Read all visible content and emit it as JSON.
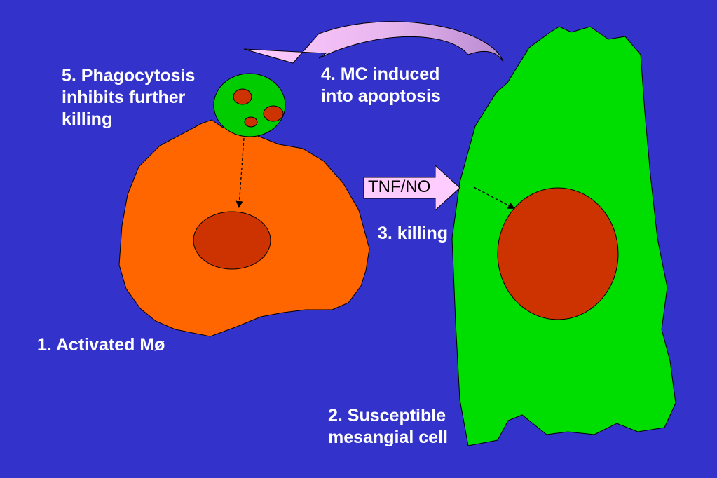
{
  "labels": {
    "phagocytosis": [
      "5. Phagocytosis",
      "inhibits further",
      "killing"
    ],
    "mc_induced": [
      "4. MC induced",
      "into apoptosis"
    ],
    "killing": "3. killing",
    "tnf_no": "TNF/NO",
    "activated_macrophage": "1. Activated Mø",
    "susceptible_mesangial": [
      "2. Susceptible",
      "mesangial cell"
    ]
  },
  "colors": {
    "background": "#3333cc",
    "macrophage": "#ff6600",
    "nucleus": "#cc3300",
    "mesangial_cell": "#00dd00",
    "apoptotic_body": "#00cc00",
    "arrow_fill": "#ffccff",
    "label_text": "#ffffff"
  }
}
